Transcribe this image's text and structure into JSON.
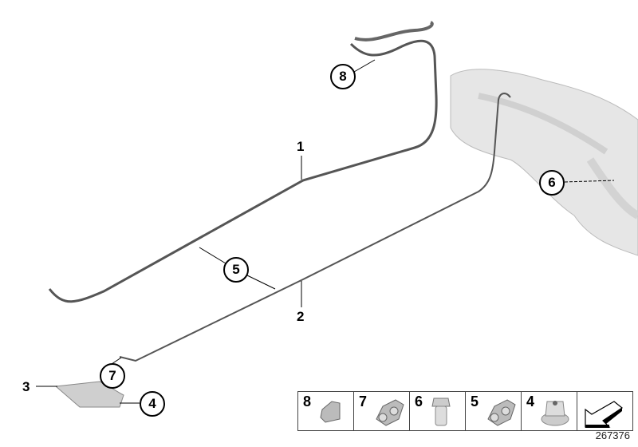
{
  "diagram": {
    "callouts": {
      "c1": "1",
      "c2": "2",
      "c3": "3",
      "c4": "4",
      "c5": "5",
      "c6": "6",
      "c7": "7",
      "c8": "8"
    },
    "legend": [
      {
        "number": "8",
        "icon": "clip-icon"
      },
      {
        "number": "7",
        "icon": "pipe-holder-icon"
      },
      {
        "number": "6",
        "icon": "hex-bolt-icon"
      },
      {
        "number": "5",
        "icon": "pipe-holder-icon"
      },
      {
        "number": "4",
        "icon": "flange-nut-icon"
      },
      {
        "number": "",
        "icon": "direction-arrow-icon"
      }
    ],
    "reference_number": "267376"
  }
}
